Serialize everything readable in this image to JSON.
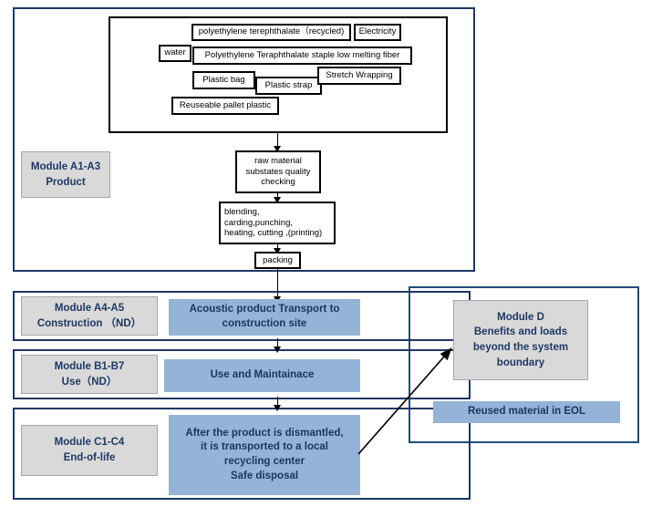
{
  "diagram": {
    "title": "Life cycle module flow diagram",
    "colors": {
      "frame_border": "#1f3864",
      "module_label_fill": "#d9d9d9",
      "module_label_text": "#1f3864",
      "stage_box_fill": "#95b3d7",
      "stage_box_text": "#17375e",
      "input_box_border": "#000000",
      "background": "#ffffff"
    }
  },
  "modules": {
    "a1a3": {
      "line1": "Module A1-A3",
      "line2": "Product"
    },
    "a4a5": {
      "line1": "Module A4-A5",
      "line2": "Construction （ND）"
    },
    "b1b7": {
      "line1": "Module B1-B7",
      "line2": "Use（ND）"
    },
    "c1c4": {
      "line1": "Module C1-C4",
      "line2": "End-of-life"
    },
    "d": {
      "line1": "Module D",
      "line2": "Benefits and loads",
      "line3": "beyond the system",
      "line4": "boundary"
    }
  },
  "inputs": [
    {
      "label": "polyethylene terephthalate（recycled)"
    },
    {
      "label": "Electricity"
    },
    {
      "label": "water"
    },
    {
      "label": "Polyethylene Teraphthalate staple low melting fiber"
    },
    {
      "label": "Plastic bag"
    },
    {
      "label": "Plastic strap"
    },
    {
      "label": "Stretch Wrapping"
    },
    {
      "label": "Reuseable pallet plastic"
    }
  ],
  "process": {
    "quality_check": {
      "line1": "raw material",
      "line2": "substates quality",
      "line3": "checking"
    },
    "manufacturing": {
      "line1": "blending,",
      "line2": "carding,punching,",
      "line3": "heating, cutting ,(printing)"
    },
    "packing": {
      "label": "packing"
    }
  },
  "stages": {
    "transport": {
      "line1": "Acoustic product Transport to",
      "line2": "construction site"
    },
    "use": {
      "line1": "Use and Maintainace"
    },
    "eol": {
      "line1": "After the product is dismantled,",
      "line2": "it is transported to a local",
      "line3": "recycling center",
      "line4": "Safe disposal"
    },
    "reused": {
      "line1": "Reused material  in  EOL"
    }
  }
}
